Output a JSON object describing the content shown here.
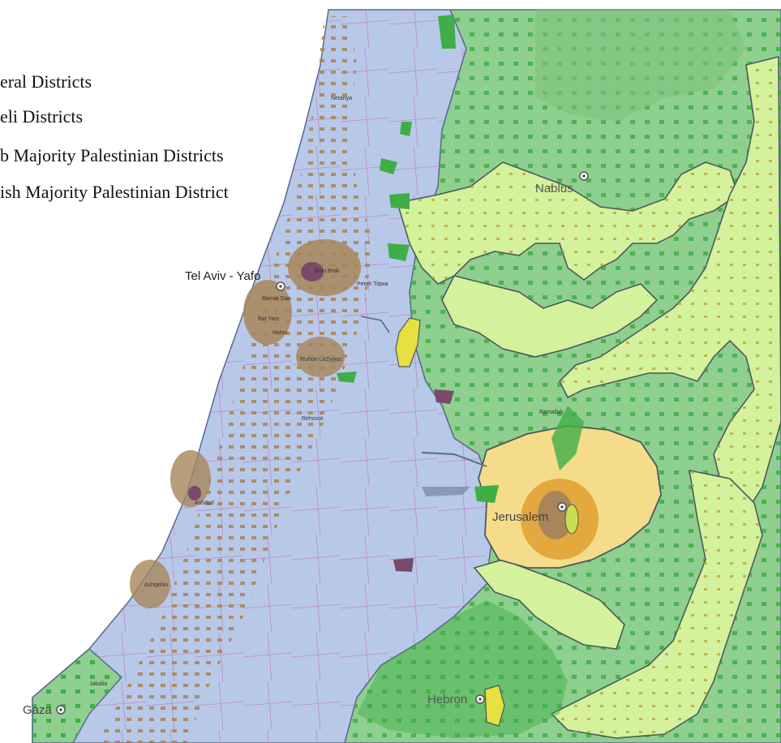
{
  "legend": {
    "items": [
      "eral Districts",
      "eli Districts",
      "b Majority Palestinian Districts",
      "ish Majority Palestinian District"
    ]
  },
  "cities": {
    "tel_aviv": "Tel Aviv - Yafo",
    "nablus": "Nablus",
    "jerusalem": "Jerusalem",
    "hebron": "Hebron",
    "gaza": "Gaza"
  },
  "towns": {
    "netanya": "Netanya",
    "bnei_brak": "Bnei Brak",
    "petah_tikva": "Petah Tiqwa",
    "ramat_gan": "Ramat Gan",
    "bat_yam": "Bat Yam",
    "holon": "Holon",
    "rishon": "Rishon LeZiyyon",
    "rehovot": "Rehovot",
    "ashdod": "Ashdod",
    "ashkelon": "Ashqelon",
    "ramallah": "Ramallah",
    "jabalia": "Jabalia"
  },
  "colors": {
    "sea": "#ffffff",
    "federal_district": "#b8c8e8",
    "israeli_district": "#8fcf8f",
    "arab_majority_district": "#d4f29c",
    "jewish_majority_district": "#f5dc8a",
    "urban_israeli": "#a8865a",
    "urban_palestinian": "#3fae47",
    "border": "#5a6a8a"
  }
}
